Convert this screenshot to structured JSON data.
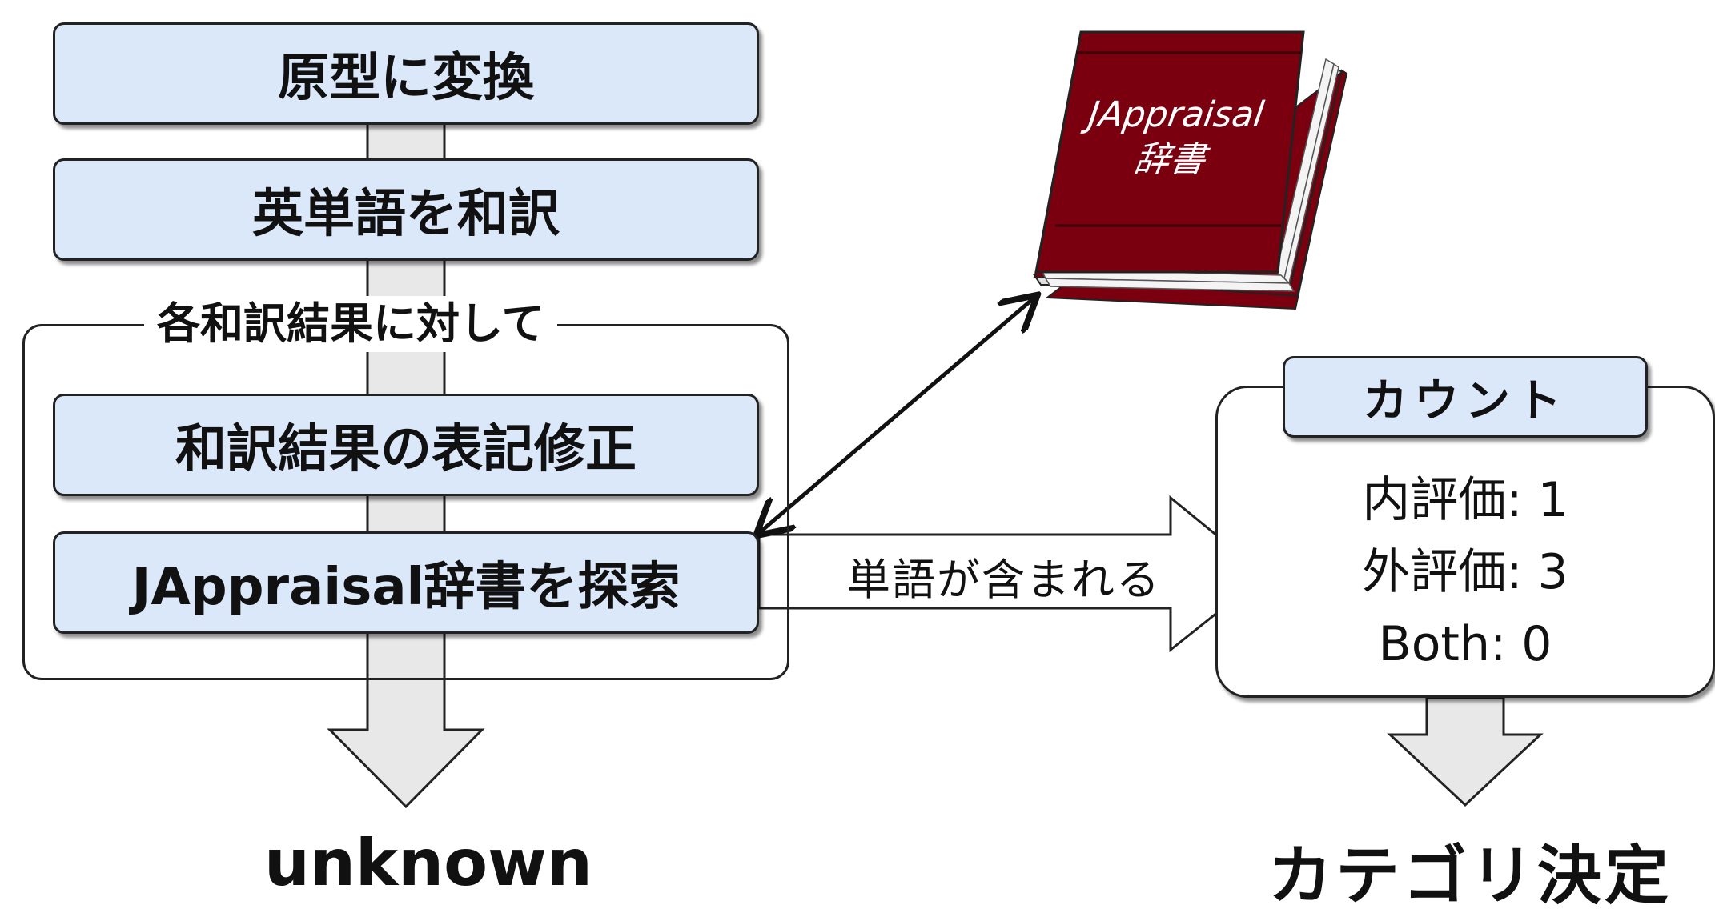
{
  "steps": {
    "step1": "原型に変換",
    "step2": "英単語を和訳",
    "loop_label": "各和訳結果に対して",
    "step3": "和訳結果の表記修正",
    "step4": "JAppraisal辞書を探索"
  },
  "dictionary": {
    "line1": "JAppraisal",
    "line2": "辞書"
  },
  "edge_label": "単語が含まれる",
  "count": {
    "title": "カウント",
    "inner": "内評価: 1",
    "outer": "外評価: 3",
    "both": "Both: 0"
  },
  "outputs": {
    "left": "unknown",
    "right": "カテゴリ決定"
  },
  "colors": {
    "step_fill": "#dae8fa",
    "connector_fill": "#e8e8e8",
    "book_cover": "#7a0010",
    "stroke": "#222222"
  }
}
